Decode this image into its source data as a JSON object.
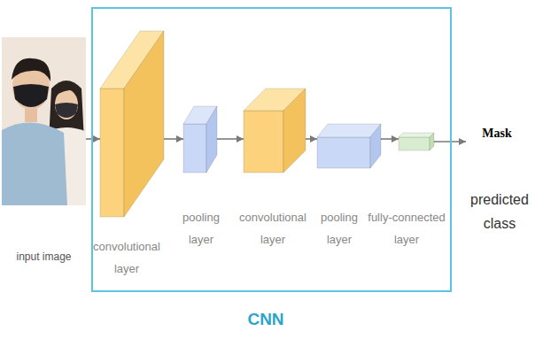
{
  "diagram": {
    "nodes": [
      {
        "text": [
          "input image"
        ]
      },
      {
        "text": [
          "CNN"
        ]
      },
      {
        "text": [
          "convolutional layer"
        ],
        "in": 1
      },
      {
        "text": [
          "pooling layer"
        ],
        "in": 1
      },
      {
        "text": [
          "convolutional layer"
        ],
        "in": 1
      },
      {
        "text": [
          "pooling layer"
        ],
        "in": 1
      },
      {
        "text": [
          "fully-connected layer"
        ],
        "in": 1
      }
    ],
    "edges": [
      {
        "from": 0,
        "to": 2,
        "arrow": "to"
      },
      {
        "from": 2,
        "to": 3,
        "arrow": "to"
      },
      {
        "from": 3,
        "to": 4,
        "arrow": "to"
      },
      {
        "from": 4,
        "to": 5,
        "arrow": "to"
      },
      {
        "from": 5,
        "to": 6,
        "arrow": "to"
      }
    ],
    "labels": [
      "Mask",
      "predicted class"
    ]
  }
}
